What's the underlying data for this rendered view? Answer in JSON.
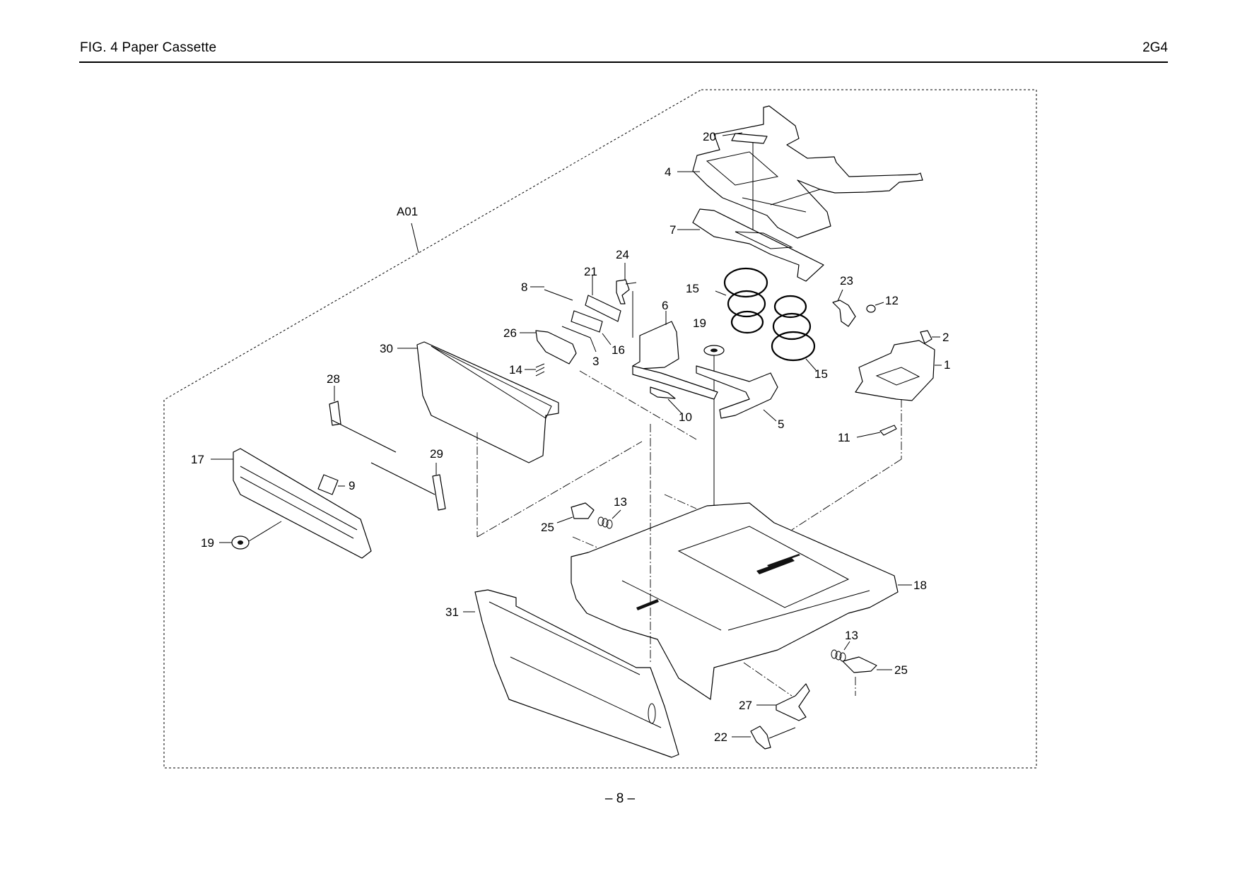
{
  "header": {
    "title": "FIG.  4  Paper Cassette",
    "code": "2G4"
  },
  "footer": {
    "page_number": "– 8 –"
  },
  "assembly_label": "A01",
  "callouts": {
    "c1": "1",
    "c2": "2",
    "c3": "3",
    "c4": "4",
    "c5": "5",
    "c6": "6",
    "c7": "7",
    "c8": "8",
    "c9": "9",
    "c10": "10",
    "c11": "11",
    "c12": "12",
    "c13a": "13",
    "c13b": "13",
    "c14": "14",
    "c15a": "15",
    "c15b": "15",
    "c16": "16",
    "c17": "17",
    "c18": "18",
    "c19a": "19",
    "c19b": "19",
    "c20": "20",
    "c21": "21",
    "c22": "22",
    "c23": "23",
    "c24": "24",
    "c25a": "25",
    "c25b": "25",
    "c26": "26",
    "c27": "27",
    "c28": "28",
    "c29": "29",
    "c30": "30",
    "c31": "31"
  }
}
